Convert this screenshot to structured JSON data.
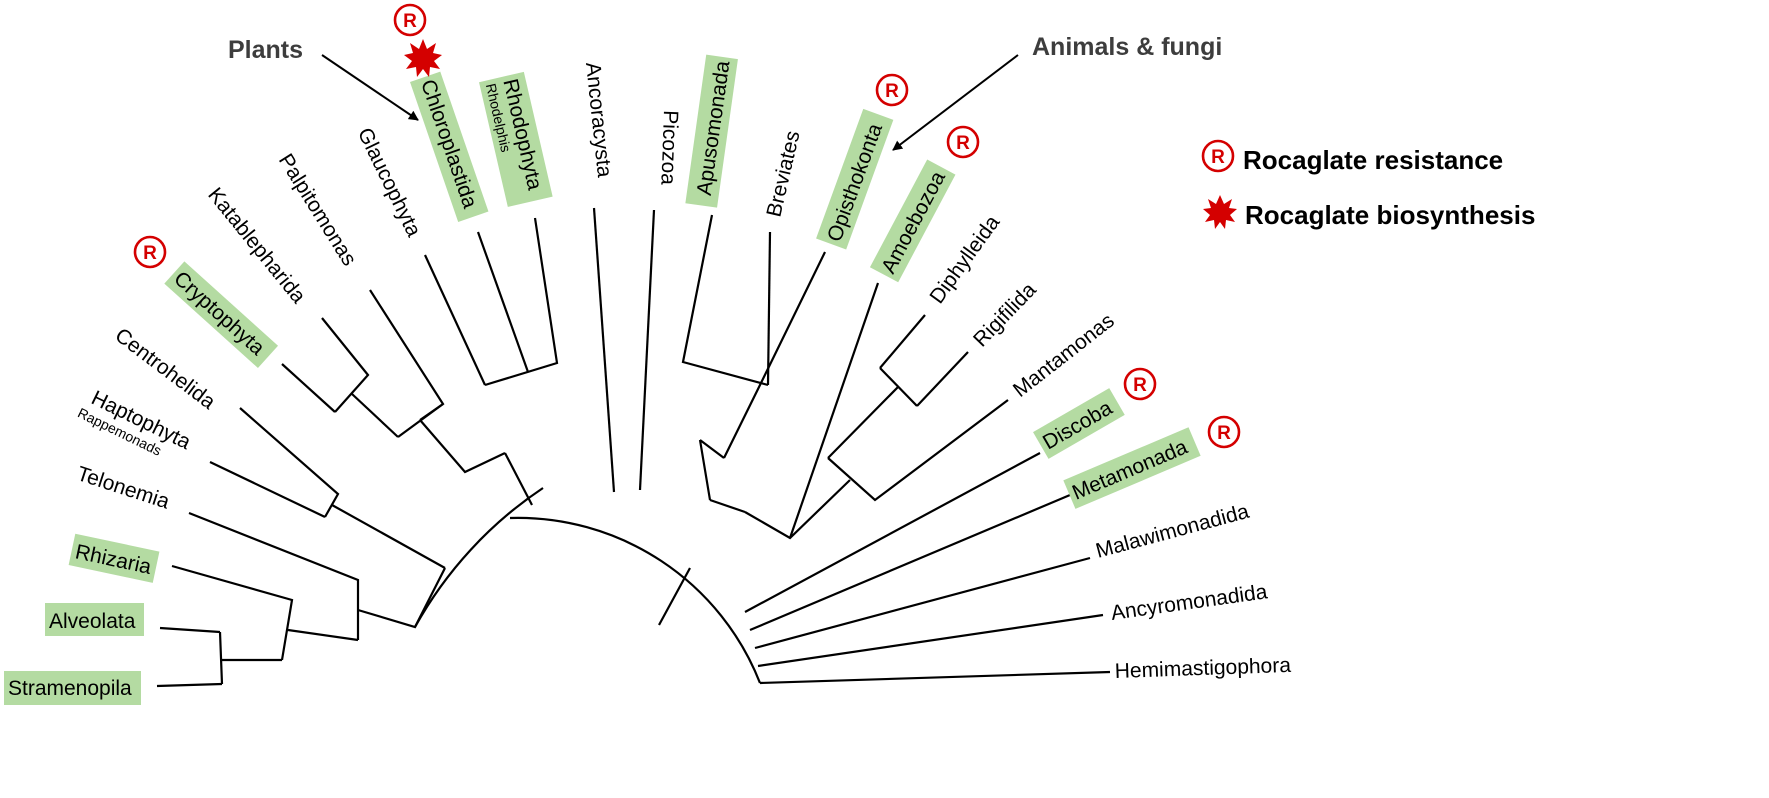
{
  "taxa": {
    "stramenopila": "Stramenopila",
    "alveolata": "Alveolata",
    "rhizaria": "Rhizaria",
    "telonemia": "Telonemia",
    "haptophyta": "Haptophyta",
    "rappemonads": "Rappemonads",
    "centrohelida": "Centrohelida",
    "cryptophyta": "Cryptophyta",
    "katablepharida": "Katablepharida",
    "palpitomonas": "Palpitomonas",
    "glaucophyta": "Glaucophyta",
    "chloroplastida": "Chloroplastida",
    "rhodophyta": "Rhodophyta",
    "rhodelphis": "Rhodelphis",
    "ancoracysta": "Ancoracysta",
    "picozoa": "Picozoa",
    "apusomonada": "Apusomonada",
    "breviates": "Breviates",
    "opisthokonta": "Opisthokonta",
    "amoebozoa": "Amoebozoa",
    "diphylleida": "Diphylleida",
    "rigifilida": "Rigifilida",
    "mantamonas": "Mantamonas",
    "discoba": "Discoba",
    "metamonada": "Metamonada",
    "malawimonadida": "Malawimonadida",
    "ancyromonadida": "Ancyromonadida",
    "hemimastigophora": "Hemimastigophora"
  },
  "callouts": {
    "plants": "Plants",
    "animals_fungi": "Animals & fungi"
  },
  "legend": {
    "resistance_label": "Rocaglate resistance",
    "biosynthesis_label": "Rocaglate biosynthesis",
    "resistance_symbol": "R"
  },
  "colors": {
    "highlight": "#b4dba2",
    "marker": "#d40000",
    "branch": "#000000",
    "callout_text": "#3d3d3d"
  },
  "icons": {
    "resistance": "registered-circle-icon",
    "biosynthesis": "starburst-icon",
    "callout_arrow": "arrow-icon"
  }
}
